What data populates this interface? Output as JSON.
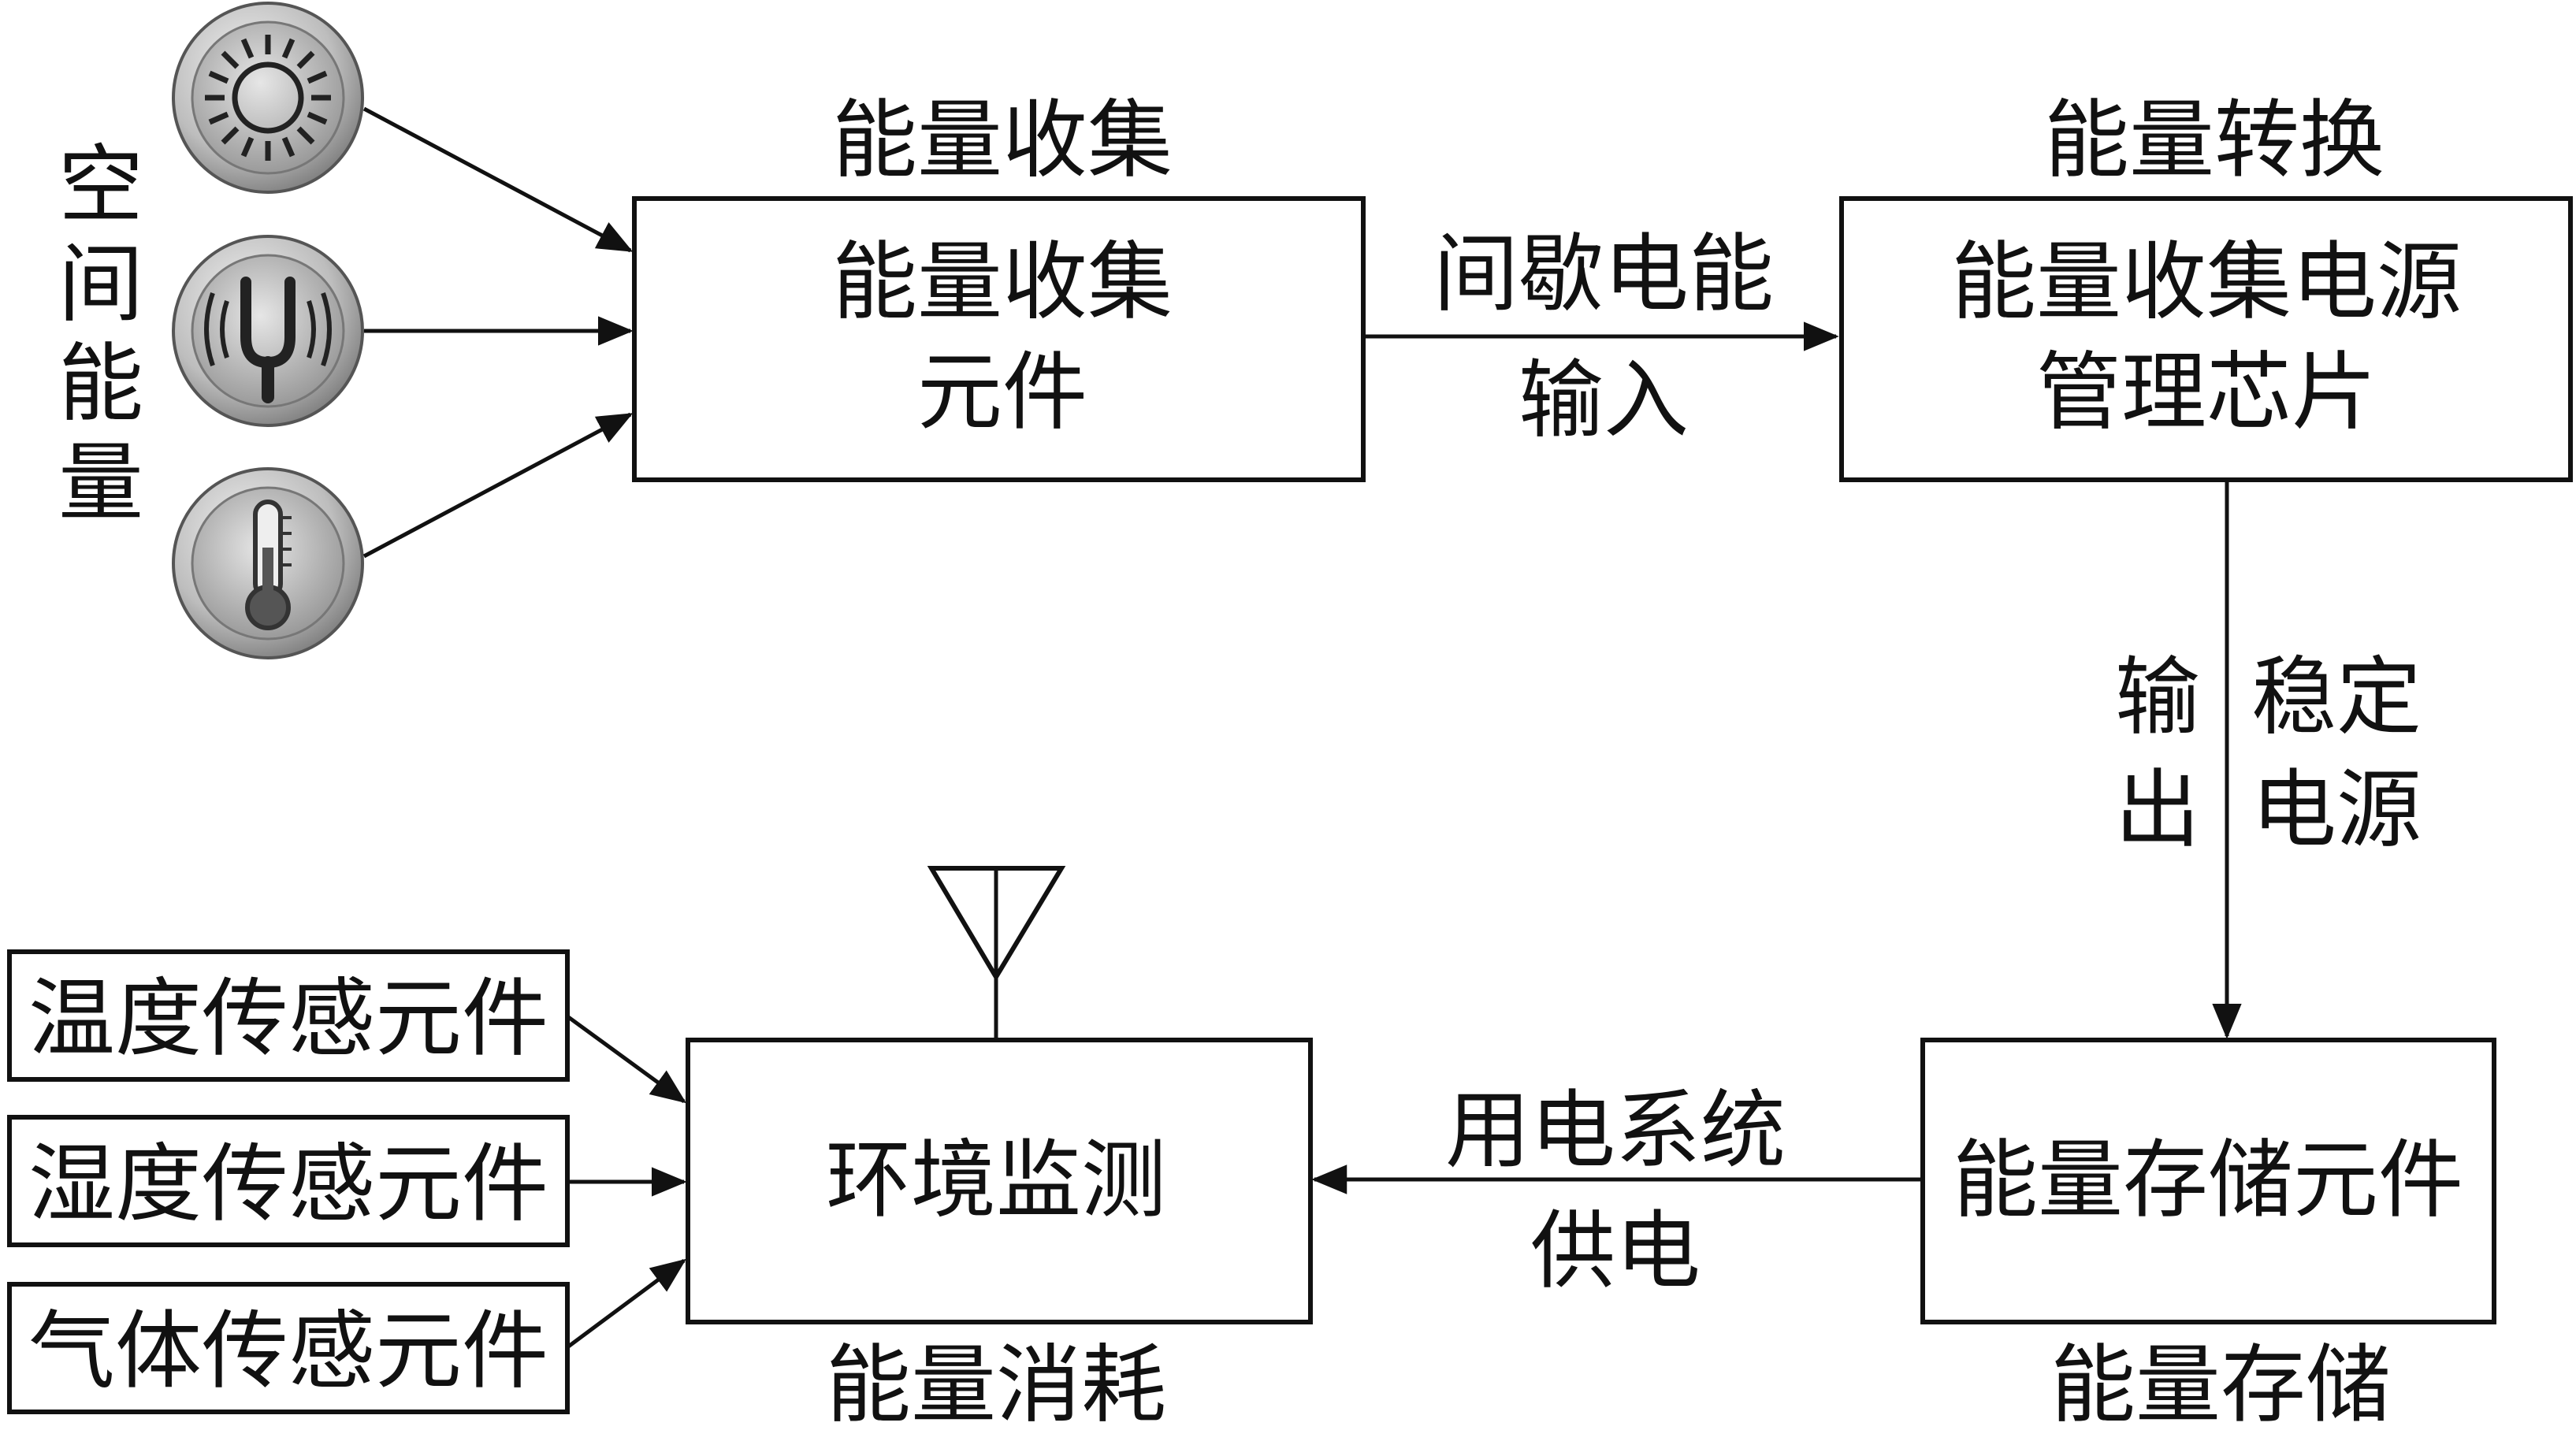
{
  "sources": {
    "vertical_label": [
      "空",
      "间",
      "能",
      "量"
    ],
    "icons": [
      "sun-icon",
      "tuning-fork-icon",
      "thermometer-icon"
    ]
  },
  "harvest": {
    "stage_label": "能量收集",
    "box_lines": [
      "能量收集",
      "元件"
    ]
  },
  "link_harvest_convert": [
    "间歇电能",
    "输入"
  ],
  "convert": {
    "stage_label": "能量转换",
    "box_lines": [
      "能量收集电源",
      "管理芯片"
    ]
  },
  "link_convert_store": {
    "left": [
      "输",
      "出"
    ],
    "right": [
      "稳定",
      "电源"
    ]
  },
  "store": {
    "box_text": "能量存储元件",
    "stage_label": "能量存储"
  },
  "link_store_consume": [
    "用电系统",
    "供电"
  ],
  "consume": {
    "box_text": "环境监测",
    "stage_label": "能量消耗",
    "antenna": "antenna-icon"
  },
  "sensors": [
    "温度传感元件",
    "湿度传感元件",
    "气体传感元件"
  ]
}
